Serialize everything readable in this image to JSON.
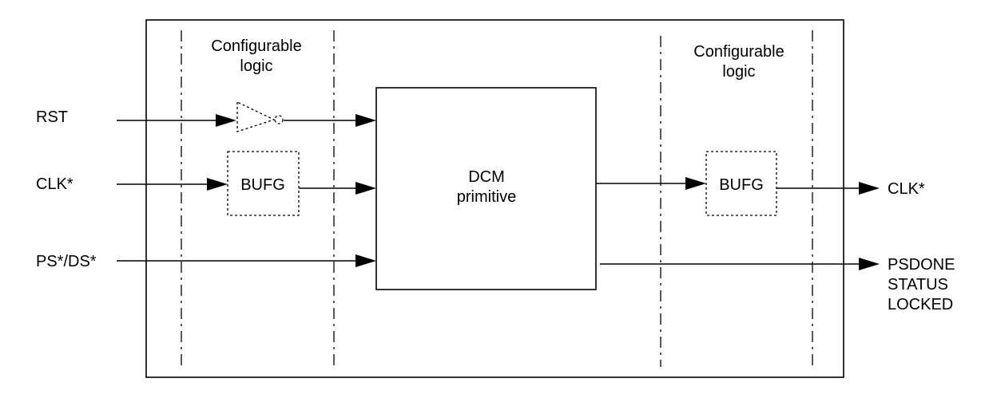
{
  "diagram": {
    "config_logic_left": {
      "line1": "Configurable",
      "line2": "logic"
    },
    "config_logic_right": {
      "line1": "Configurable",
      "line2": "logic"
    },
    "dcm": {
      "line1": "DCM",
      "line2": "primitive"
    },
    "bufg_in_label": "BUFG",
    "bufg_out_label": "BUFG",
    "inputs": {
      "rst": "RST",
      "clk": "CLK*",
      "ps_ds": "PS*/DS*"
    },
    "outputs": {
      "clk": "CLK*",
      "status": [
        "PSDONE",
        "STATUS",
        "LOCKED"
      ]
    }
  }
}
